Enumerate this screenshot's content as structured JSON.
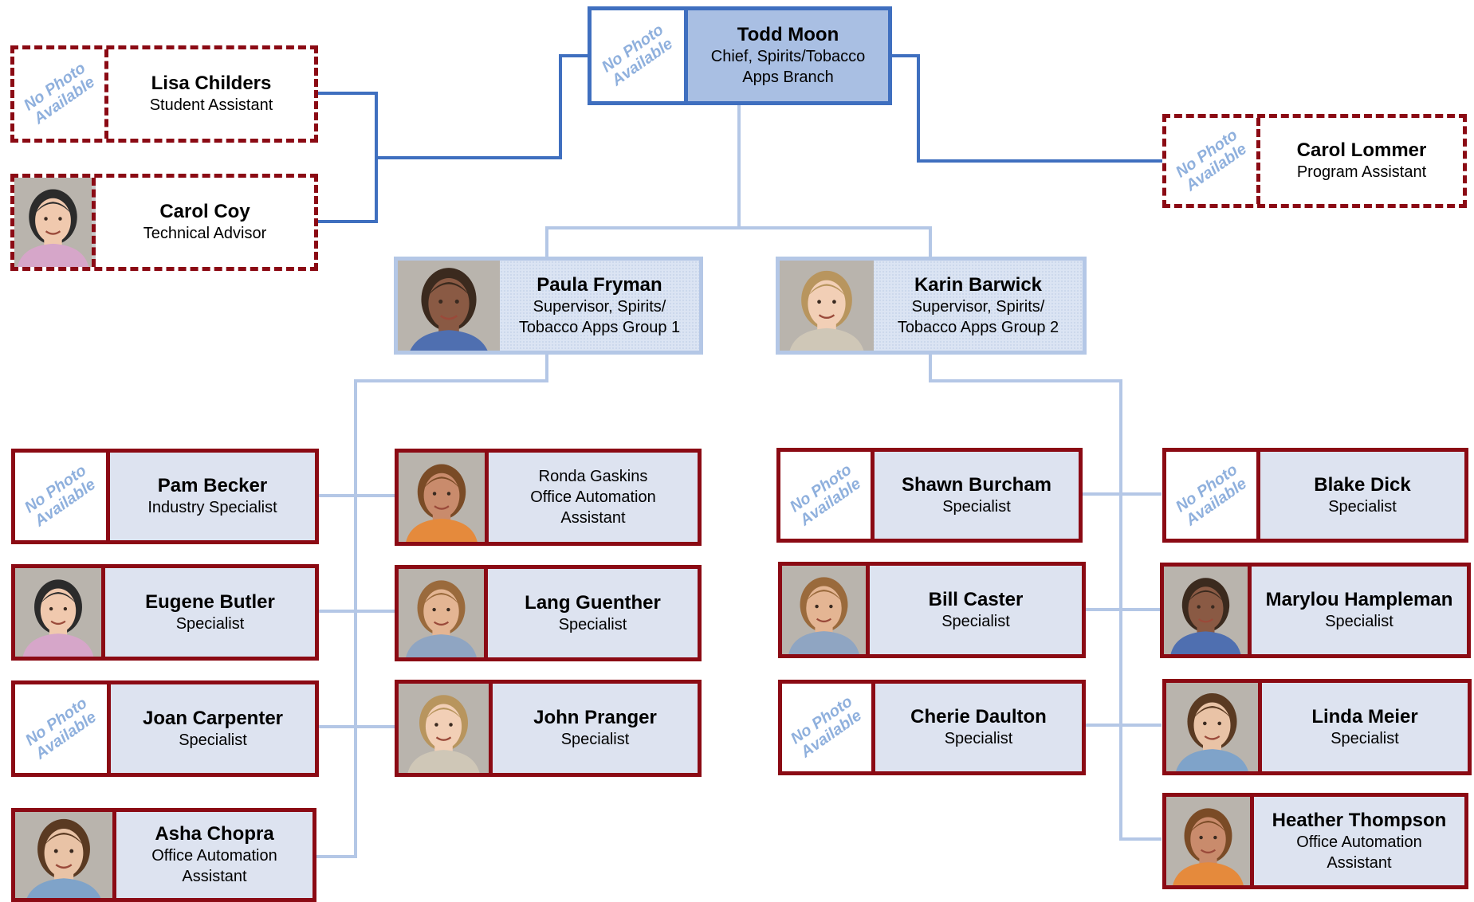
{
  "nophoto_text": "No Photo\nAvailable",
  "colors": {
    "staff_border": "#8b0a14",
    "chief_border": "#3f6fbf",
    "chief_fill": "#a9bfe3",
    "supervisor_border": "#b4c7e6",
    "card_fill": "#dde3f0",
    "connector_dark": "#3f6fbf",
    "connector_light": "#b4c7e6",
    "nophoto_text": "#8fb0dd"
  },
  "people": [
    {
      "id": "todd-moon",
      "name": "Todd Moon",
      "title": "Chief, Spirits/Tobacco\nApps Branch",
      "photo": false,
      "style": "chief"
    },
    {
      "id": "lisa-childers",
      "name": "Lisa Childers",
      "title": "Student Assistant",
      "photo": false,
      "style": "assist"
    },
    {
      "id": "carol-coy",
      "name": "Carol Coy",
      "title": "Technical Advisor",
      "photo": true,
      "style": "assist"
    },
    {
      "id": "carol-lommer",
      "name": "Carol Lommer",
      "title": "Program Assistant",
      "photo": false,
      "style": "assist"
    },
    {
      "id": "paula-fryman",
      "name": "Paula Fryman",
      "title": "Supervisor, Spirits/\nTobacco Apps Group 1",
      "photo": true,
      "style": "super"
    },
    {
      "id": "karin-barwick",
      "name": "Karin Barwick",
      "title": "Supervisor, Spirits/\nTobacco Apps Group 2",
      "photo": true,
      "style": "super"
    },
    {
      "id": "pam-becker",
      "name": "Pam Becker",
      "title": "Industry Specialist",
      "photo": false,
      "style": "staff"
    },
    {
      "id": "ronda-gaskins",
      "name": "",
      "title": "Ronda Gaskins\nOffice Automation\nAssistant",
      "photo": true,
      "style": "staff"
    },
    {
      "id": "eugene-butler",
      "name": "Eugene Butler",
      "title": "Specialist",
      "photo": true,
      "style": "staff"
    },
    {
      "id": "lang-guenther",
      "name": "Lang Guenther",
      "title": "Specialist",
      "photo": true,
      "style": "staff"
    },
    {
      "id": "joan-carpenter",
      "name": "Joan Carpenter",
      "title": "Specialist",
      "photo": false,
      "style": "staff"
    },
    {
      "id": "john-pranger",
      "name": "John Pranger",
      "title": "Specialist",
      "photo": true,
      "style": "staff"
    },
    {
      "id": "asha-chopra",
      "name": "Asha Chopra",
      "title": "Office Automation\nAssistant",
      "photo": true,
      "style": "staff"
    },
    {
      "id": "shawn-burcham",
      "name": "Shawn Burcham",
      "title": "Specialist",
      "photo": false,
      "style": "staff"
    },
    {
      "id": "blake-dick",
      "name": "Blake Dick",
      "title": "Specialist",
      "photo": false,
      "style": "staff"
    },
    {
      "id": "bill-caster",
      "name": "Bill Caster",
      "title": "Specialist",
      "photo": true,
      "style": "staff"
    },
    {
      "id": "marylou-hampleman",
      "name": "Marylou Hampleman",
      "title": "Specialist",
      "photo": true,
      "style": "staff"
    },
    {
      "id": "cherie-daulton",
      "name": "Cherie Daulton",
      "title": "Specialist",
      "photo": false,
      "style": "staff"
    },
    {
      "id": "linda-meier",
      "name": "Linda Meier",
      "title": "Specialist",
      "photo": true,
      "style": "staff"
    },
    {
      "id": "heather-thompson",
      "name": "Heather Thompson",
      "title": "Office Automation\nAssistant",
      "photo": true,
      "style": "staff"
    }
  ]
}
